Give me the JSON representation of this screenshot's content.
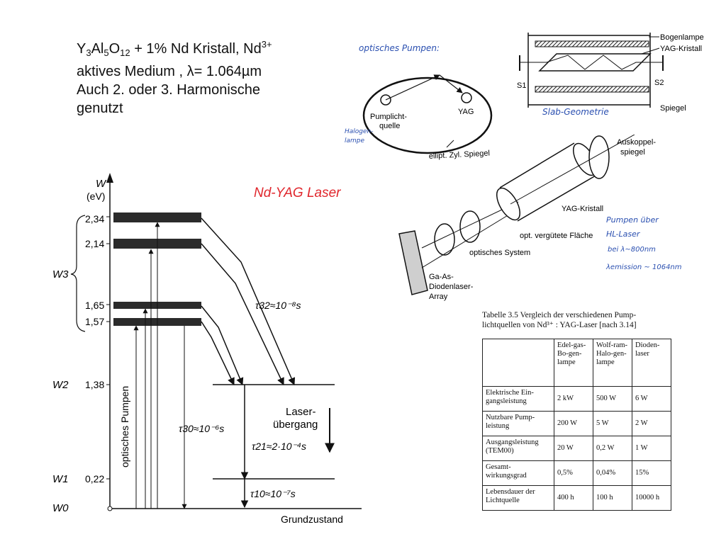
{
  "header": {
    "line1": {
      "y": "Y",
      "y_sub": "3",
      "al": "Al",
      "al_sub": "5",
      "o": "O",
      "o_sub": "12",
      "rest": " + 1% Nd Kristall, Nd",
      "sup": "3+"
    },
    "line2": "aktives Medium , λ= 1.064µm",
    "line3": "Auch 2. oder 3. Harmonische",
    "line4": "genutzt"
  },
  "energy_diagram": {
    "axis_label": "W",
    "axis_unit": "(eV)",
    "handwritten_title": "Nd-YAG Laser",
    "levels": [
      {
        "label": "2,34",
        "value": 2.34
      },
      {
        "label": "2,14",
        "value": 2.14
      },
      {
        "label": "1,65",
        "value": 1.65
      },
      {
        "label": "1,57",
        "value": 1.57
      },
      {
        "label": "1,38",
        "value": 1.38
      },
      {
        "label": "0,22",
        "value": 0.22
      }
    ],
    "level_names": {
      "w3": "W3",
      "w2": "W2",
      "w1": "W1",
      "w0": "W0"
    },
    "pump_label": "optisches Pumpen",
    "tau32": "τ32≈10⁻⁸s",
    "tau30": "τ30≈10⁻⁶s",
    "tau21": "τ21≈2·10⁻⁴s",
    "tau10": "τ10≈10⁻⁷s",
    "laser_label_1": "Laser-",
    "laser_label_2": "übergang",
    "ground_label": "Grundzustand"
  },
  "ellipse_diagram": {
    "handwritten": "optisches Pumpen:",
    "source_label_1": "Pumplicht-",
    "source_label_2": "quelle",
    "yag_label": "YAG",
    "mirror_label": "ellipt. Zyl. Spiegel",
    "side_note_1": "Halogen-",
    "side_note_2": "lampe"
  },
  "slab_diagram": {
    "lamp_label": "Bogenlampe",
    "crystal_label": "YAG-Kristall",
    "mirror_label": "Spiegel",
    "s1": "S1",
    "s2": "S2",
    "handwritten": "Slab-Geometrie"
  },
  "diode_diagram": {
    "out_mirror_1": "Auskoppel-",
    "out_mirror_2": "spiegel",
    "crystal_label": "YAG-Kristall",
    "coated_face": "opt. vergütete Fläche",
    "optics_label": "optisches System",
    "diode_1": "Ga-As-",
    "diode_2": "Diodenlaser-",
    "diode_3": "Array",
    "note_1": "Pumpen über",
    "note_2": "HL-Laser",
    "note_3": "bei λ~800nm",
    "note_4": "λemission ~ 1064nm"
  },
  "table": {
    "caption": "Tabelle 3.5 Vergleich der verschiedenen Pump-lichtquellen von Nd³⁺ : YAG-Laser [nach 3.14]",
    "headers": [
      "",
      "Edel-gas-Bo-gen-lampe",
      "Wolf-ram-Halo-gen-lampe",
      "Dioden-laser"
    ],
    "rows": [
      [
        "Elektrische Ein-gangsleistung",
        "2 kW",
        "500 W",
        "6 W"
      ],
      [
        "Nutzbare Pump-leistung",
        "200 W",
        "5 W",
        "2 W"
      ],
      [
        "Ausgangsleistung (TEM00)",
        "20 W",
        "0,2 W",
        "1 W"
      ],
      [
        "Gesamt-wirkungsgrad",
        "0,5%",
        "0,04%",
        "15%"
      ],
      [
        "Lebensdauer der Lichtquelle",
        "400 h",
        "100 h",
        "10000 h"
      ]
    ]
  },
  "colors": {
    "ink": "#111111",
    "hand_blue": "#2a4fb0",
    "hand_red": "#e0262c",
    "band": "#2b2b2b"
  }
}
